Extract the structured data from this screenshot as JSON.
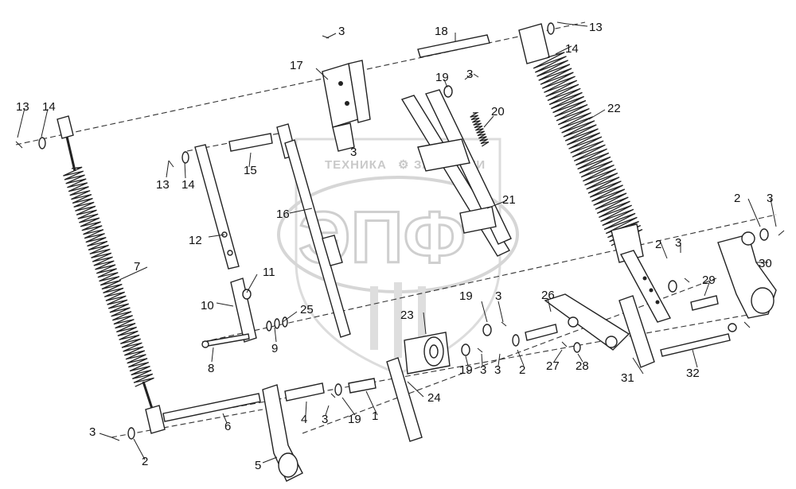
{
  "watermark": {
    "line1_left": "ТЕХНИКА",
    "line1_right": "ЗАПЧАСТИ",
    "brand": "ЭПФ",
    "color": "#c9c9c9"
  },
  "labels": [
    {
      "id": "l1",
      "text": "1"
    },
    {
      "id": "l2a",
      "text": "2"
    },
    {
      "id": "l2b",
      "text": "2"
    },
    {
      "id": "l2c",
      "text": "2"
    },
    {
      "id": "l2d",
      "text": "2"
    },
    {
      "id": "l3a",
      "text": "3"
    },
    {
      "id": "l3b",
      "text": "3"
    },
    {
      "id": "l3c",
      "text": "3"
    },
    {
      "id": "l3d",
      "text": "3"
    },
    {
      "id": "l3e",
      "text": "3"
    },
    {
      "id": "l3f",
      "text": "3"
    },
    {
      "id": "l3g",
      "text": "3"
    },
    {
      "id": "l3h",
      "text": "3"
    },
    {
      "id": "l3i",
      "text": "3"
    },
    {
      "id": "l3j",
      "text": "3"
    },
    {
      "id": "l4",
      "text": "4"
    },
    {
      "id": "l5",
      "text": "5"
    },
    {
      "id": "l6",
      "text": "6"
    },
    {
      "id": "l7",
      "text": "7"
    },
    {
      "id": "l8",
      "text": "8"
    },
    {
      "id": "l9",
      "text": "9"
    },
    {
      "id": "l10",
      "text": "10"
    },
    {
      "id": "l11",
      "text": "11"
    },
    {
      "id": "l12",
      "text": "12"
    },
    {
      "id": "l13a",
      "text": "13"
    },
    {
      "id": "l13b",
      "text": "13"
    },
    {
      "id": "l13c",
      "text": "13"
    },
    {
      "id": "l14a",
      "text": "14"
    },
    {
      "id": "l14b",
      "text": "14"
    },
    {
      "id": "l14c",
      "text": "14"
    },
    {
      "id": "l15",
      "text": "15"
    },
    {
      "id": "l16",
      "text": "16"
    },
    {
      "id": "l17",
      "text": "17"
    },
    {
      "id": "l18",
      "text": "18"
    },
    {
      "id": "l19a",
      "text": "19"
    },
    {
      "id": "l19b",
      "text": "19"
    },
    {
      "id": "l19c",
      "text": "19"
    },
    {
      "id": "l19d",
      "text": "19"
    },
    {
      "id": "l20",
      "text": "20"
    },
    {
      "id": "l21",
      "text": "21"
    },
    {
      "id": "l22",
      "text": "22"
    },
    {
      "id": "l23",
      "text": "23"
    },
    {
      "id": "l24",
      "text": "24"
    },
    {
      "id": "l25",
      "text": "25"
    },
    {
      "id": "l26",
      "text": "26"
    },
    {
      "id": "l27",
      "text": "27"
    },
    {
      "id": "l28",
      "text": "28"
    },
    {
      "id": "l29",
      "text": "29"
    },
    {
      "id": "l30",
      "text": "30"
    },
    {
      "id": "l31",
      "text": "31"
    },
    {
      "id": "l32",
      "text": "32"
    }
  ]
}
